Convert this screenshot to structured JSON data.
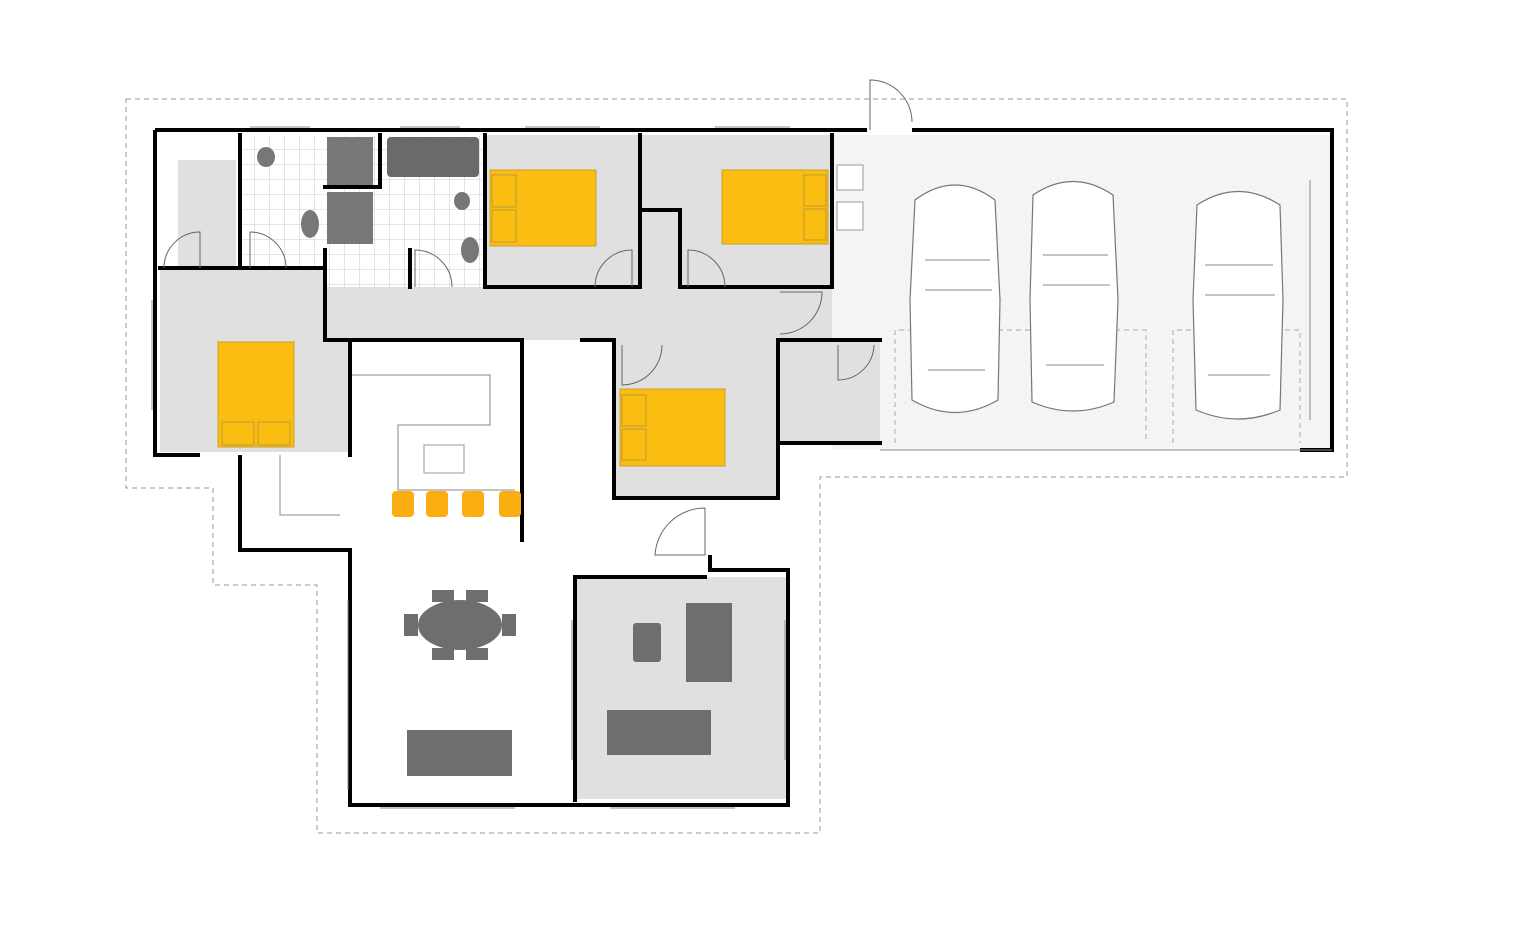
{
  "plan": {
    "colors": {
      "room_fill": "#e0e0e0",
      "bed": "#fbbd11",
      "furniture": "#6e6e6e",
      "wall": "#000000",
      "garage_floor": "#f3f3f3",
      "boundary": "#999999"
    },
    "rooms": [
      "bedroom",
      "wardrobe",
      "bathroom",
      "ensuite",
      "bedroom",
      "bedroom",
      "hallway",
      "kitchen",
      "bedroom",
      "laundry",
      "garage",
      "entry",
      "dining-living",
      "lounge"
    ],
    "garage_cars": 3,
    "bar_stools": 4
  }
}
